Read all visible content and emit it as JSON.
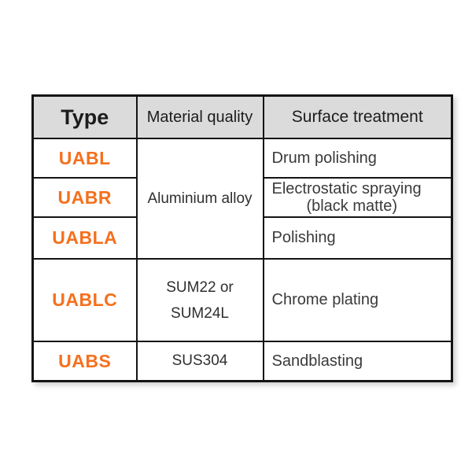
{
  "table": {
    "headers": {
      "type": "Type",
      "material": "Material quality",
      "surface": "Surface treatment"
    },
    "material_span_rows_1_to_3": "Aluminium alloy",
    "rows": [
      {
        "type": "UABL",
        "surface": "Drum polishing"
      },
      {
        "type": "UABR",
        "surface_line1": "Electrostatic spraying",
        "surface_line2": "(black matte)"
      },
      {
        "type": "UABLA",
        "surface": "Polishing"
      },
      {
        "type": "UABLC",
        "material_line1": "SUM22 or",
        "material_line2": "SUM24L",
        "surface": "Chrome plating"
      },
      {
        "type": "UABS",
        "material": "SUS304",
        "surface": "Sandblasting"
      }
    ]
  },
  "colors": {
    "type_accent": "#F5701D",
    "header_bg": "#DBDBDB",
    "border": "#141414",
    "body_text": "#3A3A3A"
  }
}
